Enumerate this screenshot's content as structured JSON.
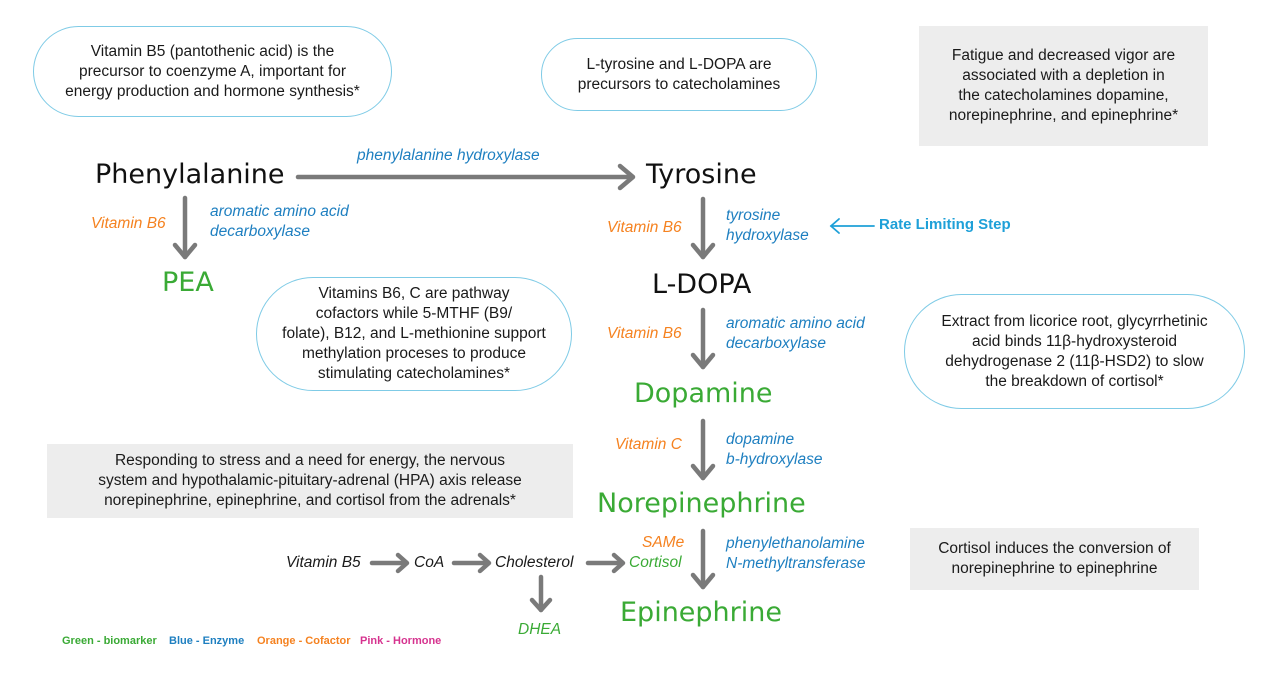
{
  "colors": {
    "biomarker": "#3aaa35",
    "enzyme": "#1e7fc0",
    "cofactor": "#f58220",
    "hormone": "#d6338f",
    "arrow": "#7a7a7a",
    "rate_limiting": "#1ea0d8",
    "note_border": "#7fcbe6",
    "note_fill": "#ededed"
  },
  "notes": {
    "b5": [
      "Vitamin B5 (pantothenic acid) is the",
      "precursor to coenzyme A, important for",
      "energy production and hormone synthesis*"
    ],
    "precursors": [
      "L-tyrosine and L-DOPA are",
      "precursors to catecholamines"
    ],
    "fatigue": [
      "Fatigue and decreased vigor are",
      "associated with a depletion in",
      "the catecholamines dopamine,",
      "norepinephrine, and epinephrine*"
    ],
    "cofactors": [
      "Vitamins B6, C are pathway",
      "cofactors while 5-MTHF (B9/",
      "folate), B12, and L-methionine support",
      "methylation proceses to produce",
      "stimulating catecholamines*"
    ],
    "licorice": [
      "Extract from licorice root, glycyrrhetinic",
      "acid binds 11β-hydroxysteroid",
      "dehydrogenase 2 (11β-HSD2) to slow",
      "the breakdown of cortisol*"
    ],
    "stress": [
      "Responding to stress and a need for energy, the nervous",
      "system and hypothalamic-pituitary-adrenal (HPA) axis release",
      "norepinephrine, epinephrine, and cortisol from the adrenals*"
    ],
    "cortisol": [
      "Cortisol induces the conversion of",
      "norepinephrine to epinephrine"
    ]
  },
  "molecules": {
    "phenylalanine": "Phenylalanine",
    "tyrosine": "Tyrosine",
    "pea": "PEA",
    "ldopa": "L-DOPA",
    "dopamine": "Dopamine",
    "norepinephrine": "Norepinephrine",
    "epinephrine": "Epinephrine"
  },
  "enzymes": {
    "phe_hydroxylase": "phenylalanine hydroxylase",
    "aadc_pea": [
      "aromatic amino acid",
      "decarboxylase"
    ],
    "tyr_hydroxylase": [
      "tyrosine",
      "hydroxylase"
    ],
    "aadc_dopa": [
      "aromatic amino acid",
      "decarboxylase"
    ],
    "dbh": [
      "dopamine",
      "b-hydroxylase"
    ],
    "pnmt": [
      "phenylethanolamine",
      "N-methyltransferase"
    ]
  },
  "cofactors": {
    "b6_pea": "Vitamin B6",
    "b6_tyr": "Vitamin B6",
    "b6_dopa": "Vitamin B6",
    "c_ne": "Vitamin C",
    "same": "SAMe"
  },
  "rate_limiting": "Rate Limiting Step",
  "side_pathway": {
    "vitamin_b5": "Vitamin B5",
    "coa": "CoA",
    "cholesterol": "Cholesterol",
    "cortisol": "Cortisol",
    "dhea": "DHEA"
  },
  "legend": [
    {
      "label": "Green - biomarker",
      "color": "#3aaa35"
    },
    {
      "label": "Blue - Enzyme",
      "color": "#1e7fc0"
    },
    {
      "label": "Orange - Cofactor",
      "color": "#f58220"
    },
    {
      "label": "Pink - Hormone",
      "color": "#d6338f"
    }
  ]
}
